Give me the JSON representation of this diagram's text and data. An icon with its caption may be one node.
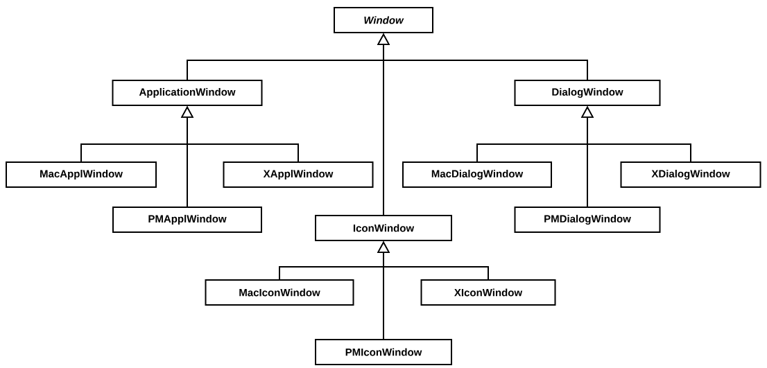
{
  "diagram": {
    "nodes": [
      {
        "text": [
          "Window"
        ]
      },
      {
        "text": [
          "ApplicationWindow"
        ]
      },
      {
        "text": [
          "DialogWindow"
        ]
      },
      {
        "text": [
          "MacApplWindow"
        ]
      },
      {
        "text": [
          "XApplWindow"
        ]
      },
      {
        "text": [
          "MacDialogWindow"
        ]
      },
      {
        "text": [
          "XDialogWindow"
        ]
      },
      {
        "text": [
          "PMApplWindow"
        ]
      },
      {
        "text": [
          "IconWindow"
        ]
      },
      {
        "text": [
          "PMDialogWindow"
        ]
      },
      {
        "text": [
          "MacIconWindow"
        ]
      },
      {
        "text": [
          "XIconWindow"
        ]
      },
      {
        "text": [
          "PMIconWindow"
        ]
      }
    ],
    "edges": [
      {
        "from": 1,
        "to": 0,
        "arrow": "to"
      },
      {
        "from": 8,
        "to": 0,
        "arrow": "to"
      },
      {
        "from": 2,
        "to": 0,
        "arrow": "to"
      },
      {
        "from": 3,
        "to": 1,
        "arrow": "to"
      },
      {
        "from": 7,
        "to": 1,
        "arrow": "to"
      },
      {
        "from": 4,
        "to": 1,
        "arrow": "to"
      },
      {
        "from": 5,
        "to": 2,
        "arrow": "to"
      },
      {
        "from": 9,
        "to": 2,
        "arrow": "to"
      },
      {
        "from": 6,
        "to": 2,
        "arrow": "to"
      },
      {
        "from": 10,
        "to": 8,
        "arrow": "to"
      },
      {
        "from": 12,
        "to": 8,
        "arrow": "to"
      },
      {
        "from": 11,
        "to": 8,
        "arrow": "to"
      }
    ]
  }
}
